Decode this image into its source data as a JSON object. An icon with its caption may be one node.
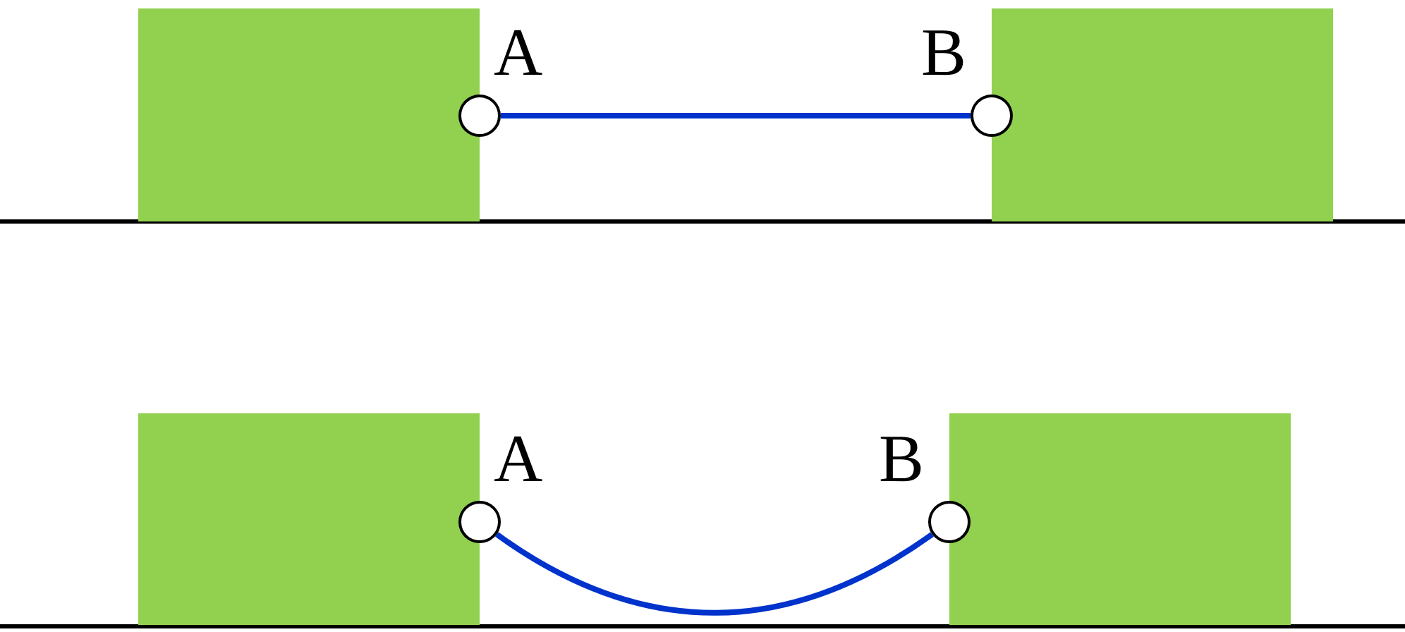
{
  "diagram": {
    "nodes": [
      {
        "text": [],
        "shape": "box"
      },
      {
        "text": [],
        "shape": "circle",
        "beside": [
          "A"
        ]
      },
      {
        "text": [],
        "shape": "circle",
        "beside": [
          "B"
        ]
      },
      {
        "text": [],
        "shape": "box"
      },
      {
        "text": [],
        "shape": "box"
      },
      {
        "text": [],
        "shape": "circle",
        "beside": [
          "A"
        ]
      },
      {
        "text": [],
        "shape": "circle",
        "beside": [
          "B"
        ]
      },
      {
        "text": [],
        "shape": "box"
      }
    ],
    "edges": [
      {
        "from": 1,
        "to": 2,
        "arrow": "none"
      },
      {
        "from": 5,
        "to": 6,
        "arrow": "none"
      }
    ]
  }
}
